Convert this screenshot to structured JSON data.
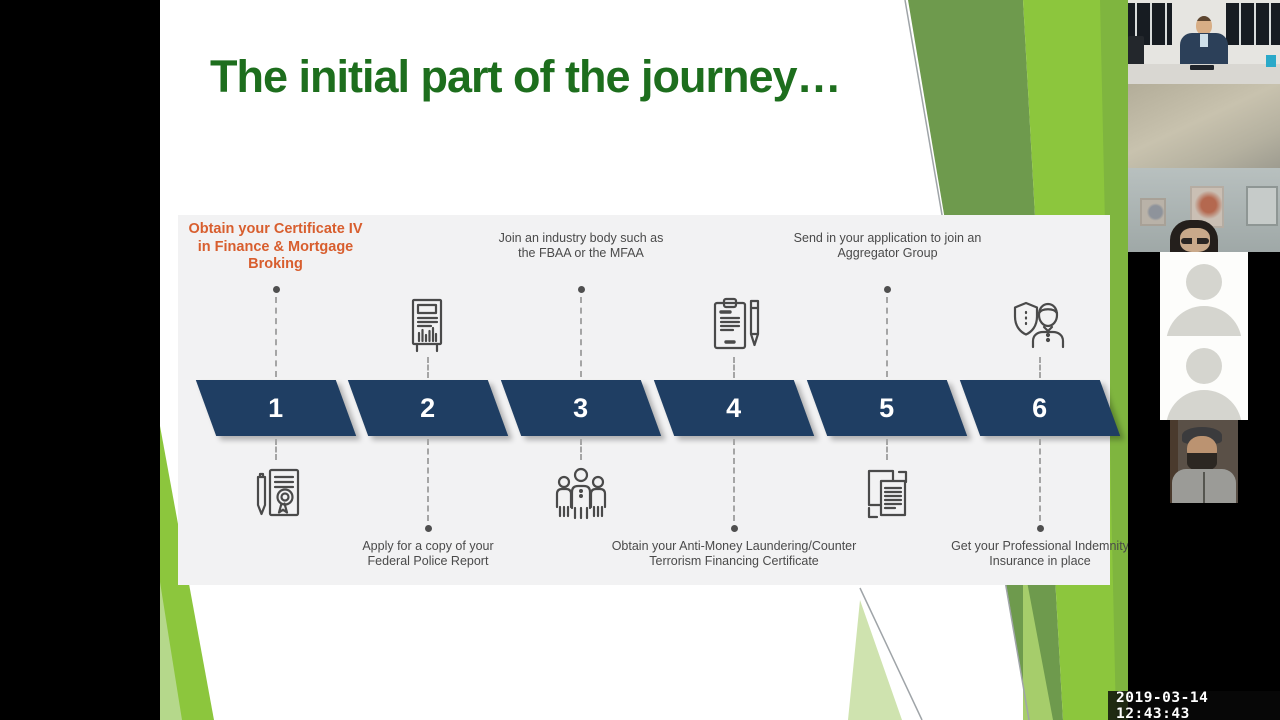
{
  "slide": {
    "title": "The initial part of the journey…",
    "steps": [
      {
        "number": "1",
        "label": "Obtain your Certificate IV in Finance & Mortgage Broking",
        "icon": "certificate-seal-icon",
        "label_position": "above",
        "label_color": "#d85e2e"
      },
      {
        "number": "2",
        "label": "Apply for a copy of your Federal Police Report",
        "icon": "report-chart-icon",
        "label_position": "below"
      },
      {
        "number": "3",
        "label": "Join an industry body such as the FBAA or the MFAA",
        "icon": "people-group-icon",
        "label_position": "above"
      },
      {
        "number": "4",
        "label": "Obtain your Anti-Money Laundering/Counter Terrorism Financing Certificate",
        "icon": "clipboard-pen-icon",
        "label_position": "below"
      },
      {
        "number": "5",
        "label": "Send in your application to join an Aggregator Group",
        "icon": "stacked-documents-icon",
        "label_position": "above"
      },
      {
        "number": "6",
        "label": "Get your Professional Indemnity Insurance in place",
        "icon": "shield-person-icon",
        "label_position": "below"
      }
    ],
    "colors": {
      "title_green": "#1d6e1d",
      "step_number_navy": "#1f3e63",
      "highlight_orange": "#d85e2e",
      "panel_gray": "#f2f2f3",
      "accent_green_bright": "#8cc63d",
      "accent_green_olive": "#6e9a4d"
    }
  },
  "video_panel": {
    "participants": [
      {
        "name": "presenter-at-desk",
        "type": "video"
      },
      {
        "name": "blurred-camera",
        "type": "video"
      },
      {
        "name": "woman-with-glasses",
        "type": "video"
      },
      {
        "name": "placeholder-avatar",
        "type": "avatar"
      },
      {
        "name": "placeholder-avatar",
        "type": "avatar"
      },
      {
        "name": "man-with-cap",
        "type": "video"
      }
    ]
  },
  "overlay": {
    "timestamp": "2019-03-14 12:43:43"
  }
}
